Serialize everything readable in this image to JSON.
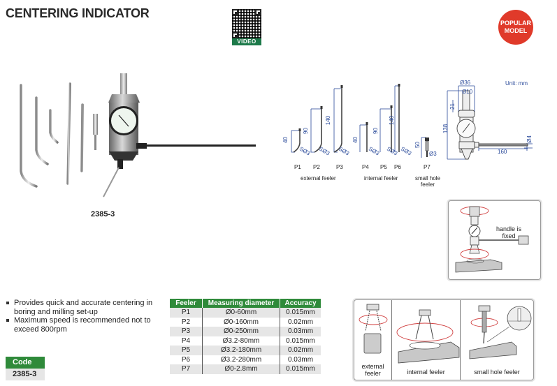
{
  "header": {
    "title": "CENTERING INDICATOR",
    "qr_label": "VIDEO",
    "badge": [
      "POPULAR",
      "MODEL"
    ]
  },
  "product": {
    "image_label": "2385-3"
  },
  "drawing": {
    "unit_label": "Unit: mm",
    "feelers": [
      {
        "id": "P1",
        "length": "40",
        "tip": "SØ3"
      },
      {
        "id": "P2",
        "length": "90",
        "tip": "SØ3"
      },
      {
        "id": "P3",
        "length": "140",
        "tip": "SØ3"
      },
      {
        "id": "P4",
        "length": "40",
        "tip": "SØ3"
      },
      {
        "id": "P5",
        "length": "90",
        "tip": "SØ3"
      },
      {
        "id": "P6",
        "length": "140",
        "tip": "SØ3"
      },
      {
        "id": "P7",
        "length": "50",
        "tip": "Ø3"
      }
    ],
    "groups": {
      "external": "external feeler",
      "internal": "internal feeler",
      "small_hole_1": "small hole",
      "small_hole_2": "feeler"
    },
    "body_dims": {
      "top_dia": "Ø36",
      "shank_dia": "Ø10",
      "shank_len": "21",
      "height": "138",
      "arm_len": "160",
      "arm_dia": "Ø4"
    }
  },
  "usage_panel": {
    "text_1": "handle is",
    "text_2": "fixed"
  },
  "features": [
    "Provides quick and accurate centering in boring and milling set-up",
    "Maximum speed is recommended not to exceed 800rpm"
  ],
  "code": {
    "header": "Code",
    "value": "2385-3"
  },
  "spec_table": {
    "headers": [
      "Feeler",
      "Measuring diameter",
      "Accuracy"
    ],
    "rows": [
      [
        "P1",
        "Ø0-60mm",
        "0.015mm"
      ],
      [
        "P2",
        "Ø0-160mm",
        "0.02mm"
      ],
      [
        "P3",
        "Ø0-250mm",
        "0.03mm"
      ],
      [
        "P4",
        "Ø3.2-80mm",
        "0.015mm"
      ],
      [
        "P5",
        "Ø3.2-180mm",
        "0.02mm"
      ],
      [
        "P6",
        "Ø3.2-280mm",
        "0.03mm"
      ],
      [
        "P7",
        "Ø0-2.8mm",
        "0.015mm"
      ]
    ]
  },
  "application_panel": {
    "external_1": "external",
    "external_2": "feeler",
    "internal": "internal feeler",
    "small_hole": "small hole feeler"
  },
  "colors": {
    "accent_green": "#2f8a3a",
    "badge_red": "#e03a2a",
    "dimension_blue": "#2a4a9a"
  }
}
